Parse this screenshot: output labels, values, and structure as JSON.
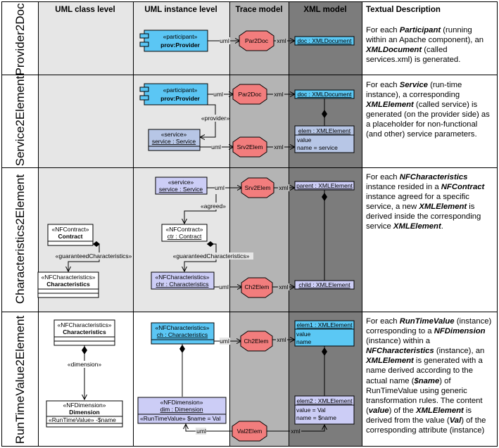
{
  "header": {
    "col1": "UML class level",
    "col2": "UML instance level",
    "col3": "Trace model",
    "col4": "XML model",
    "col5": "Textual Description"
  },
  "rows": [
    {
      "label": "Provider2Doc",
      "description_parts": [
        {
          "t": "For each ",
          "b": false
        },
        {
          "t": "Participant",
          "b": true
        },
        {
          "t": " (running within an Apache component), an ",
          "b": false
        },
        {
          "t": "XMLDocument",
          "b": true
        },
        {
          "t": " (called services.xml) is generated.",
          "b": false
        }
      ]
    },
    {
      "label": "Service2Element",
      "description_parts": [
        {
          "t": "For each ",
          "b": false
        },
        {
          "t": "Service",
          "b": true
        },
        {
          "t": " (run-time instance), a corresponding ",
          "b": false
        },
        {
          "t": "XMLElement",
          "b": true
        },
        {
          "t": " (called service) is generated (on the provider side) as a placeholder for non-functional (and other) service parameters.",
          "b": false
        }
      ]
    },
    {
      "label": "Characteristics2Element",
      "description_parts": [
        {
          "t": "For each ",
          "b": false
        },
        {
          "t": "NFCharacteristics",
          "b": true
        },
        {
          "t": " instance resided in a ",
          "b": false
        },
        {
          "t": "NFContract",
          "b": true
        },
        {
          "t": " instance agreed for a specific service, a new ",
          "b": false
        },
        {
          "t": "XMLElement",
          "b": true
        },
        {
          "t": " is derived inside the corresponding service ",
          "b": false
        },
        {
          "t": "XMLElement",
          "b": true
        },
        {
          "t": ".",
          "b": false
        }
      ]
    },
    {
      "label": "RunTimeValue2Element",
      "description_parts": [
        {
          "t": "For each ",
          "b": false
        },
        {
          "t": "RunTimeValue",
          "b": true
        },
        {
          "t": " (instance) corresponding to a ",
          "b": false
        },
        {
          "t": "NFDimension",
          "b": true
        },
        {
          "t": " (instance) within a ",
          "b": false
        },
        {
          "t": "NFCharacteristics",
          "b": true
        },
        {
          "t": " (instance), an ",
          "b": false
        },
        {
          "t": "XMLElement",
          "b": true
        },
        {
          "t": " is generated with a name derived according to the actual name (",
          "b": false
        },
        {
          "t": "$name",
          "b": true
        },
        {
          "t": ") of RunTimeValue using generic transformation rules. The content (",
          "b": false
        },
        {
          "t": "value",
          "b": true
        },
        {
          "t": ") of the ",
          "b": false
        },
        {
          "t": "XMLElement",
          "b": true
        },
        {
          "t": " is derived from the value (",
          "b": false
        },
        {
          "t": "Val",
          "b": true
        },
        {
          "t": ") of the corresponding attribute (instance)",
          "b": false
        }
      ]
    }
  ],
  "nodes": {
    "participant_stereo": "«participant»",
    "provider_name": "prov:Provider",
    "doc_name": "doc : XMLDocument",
    "par2doc": "Par2Doc",
    "srv2elem": "Srv2Elem",
    "ch2elem": "Ch2Elem",
    "val2elem": "Val2Elem",
    "service_stereo": "«service»",
    "service_name": "service : Service",
    "elem_name": "elem : XMLElement",
    "elem_attr1": "value",
    "elem_attr2": "name = service",
    "parent_name": "parent : XMLElement",
    "child_name": "child : XMLElement",
    "nfcontract_stereo": "«NFContract»",
    "contract_class": "Contract",
    "ctr_name": "ctr : Contract",
    "nfchar_stereo": "«NFCharacteristics»",
    "char_class": "Characteristics",
    "chr_name": "chr : Characteristics",
    "ch_name": "ch : Characteristics",
    "nfdim_stereo": "«NFDimension»",
    "dim_class": "Dimension",
    "dim_attr": "«RunTimeValue» -$name",
    "dim_name": "dim : Dimension",
    "dim_inst_attr": "«RunTimeValue» $name = Val",
    "elem1_name": "elem1 : XMLElement",
    "elem1_attr1": "value",
    "elem1_attr2": "name",
    "elem2_name": "elem2 : XMLElement",
    "elem2_attr1": "value = Val",
    "elem2_attr2": "name = $name"
  },
  "links": {
    "uml": "uml",
    "xml": "xml",
    "provider": "«provider»",
    "agreed": "«agreed»",
    "guaranteed": "«guaranteedCharacteristics»",
    "dimension": "«dimension»"
  },
  "colors": {
    "class_bg": "#e6e6e6",
    "trace_bg": "#b4b4b4",
    "xml_bg": "#7c7c7c",
    "component": "#5bc6f4",
    "xml_cyan": "#5bc8f4",
    "service_blue": "#b7c6e6",
    "lavender": "#cccdf6",
    "trace_node": "#f27d7d"
  }
}
